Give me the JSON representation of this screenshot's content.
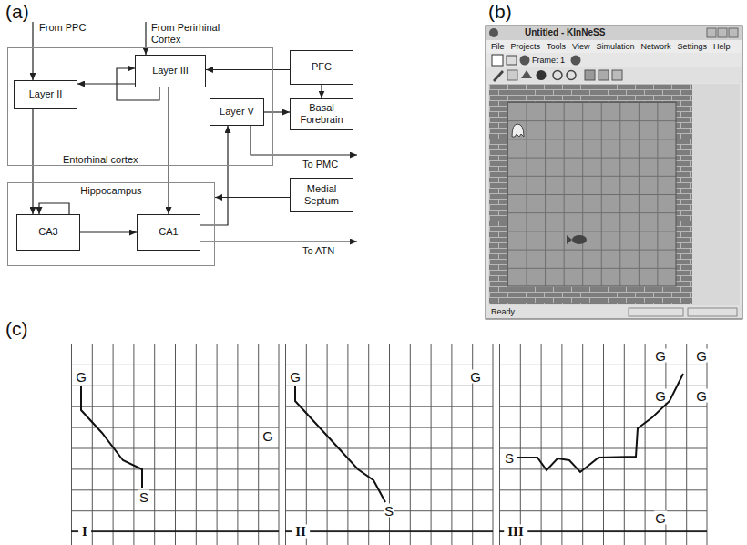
{
  "diagram": {
    "nodes": [
      {
        "text": [
          "Entorhinal cortex"
        ]
      },
      {
        "text": [
          "Layer II"
        ],
        "in": 0
      },
      {
        "text": [
          "Layer III"
        ],
        "in": 0
      },
      {
        "text": [
          "Layer V"
        ],
        "in": 0
      },
      {
        "text": [
          "PFC"
        ]
      },
      {
        "text": [
          "Basal Forebrain"
        ]
      },
      {
        "text": [
          "Hippocampus"
        ]
      },
      {
        "text": [
          "CA3"
        ],
        "in": 6
      },
      {
        "text": [
          "CA1"
        ],
        "in": 6
      },
      {
        "text": [
          "Medial Septum"
        ]
      }
    ],
    "edges": [
      {
        "from": 2,
        "to": 1,
        "arrow": "to"
      },
      {
        "from": 2,
        "to": 2,
        "arrow": "to"
      },
      {
        "from": 4,
        "to": 2,
        "arrow": "to"
      },
      {
        "from": 4,
        "to": 5,
        "arrow": "to"
      },
      {
        "from": 3,
        "to": 5,
        "arrow": "to"
      },
      {
        "from": 1,
        "to": 7,
        "arrow": "to"
      },
      {
        "from": 2,
        "to": 8,
        "arrow": "to"
      },
      {
        "from": 7,
        "to": 7,
        "arrow": "to"
      },
      {
        "from": 7,
        "to": 8,
        "arrow": "to"
      },
      {
        "from": 8,
        "to": 3,
        "arrow": "to"
      },
      {
        "from": 9,
        "to": 6,
        "arrow": "to"
      }
    ],
    "labels": [
      "(a)",
      "From PPC",
      "From Perirhinal Cortex",
      "To PMC",
      "To ATN",
      "(b)",
      "Untitled - KInNeSS",
      "File",
      "Projects",
      "Tools",
      "View",
      "Simulation",
      "Network",
      "Settings",
      "Help",
      "Frame: 1",
      "Ready.",
      "(c)",
      "G",
      "G",
      "S",
      "I",
      "G",
      "G",
      "S",
      "II",
      "G",
      "G",
      "G",
      "G",
      "S",
      "G",
      "III"
    ]
  }
}
